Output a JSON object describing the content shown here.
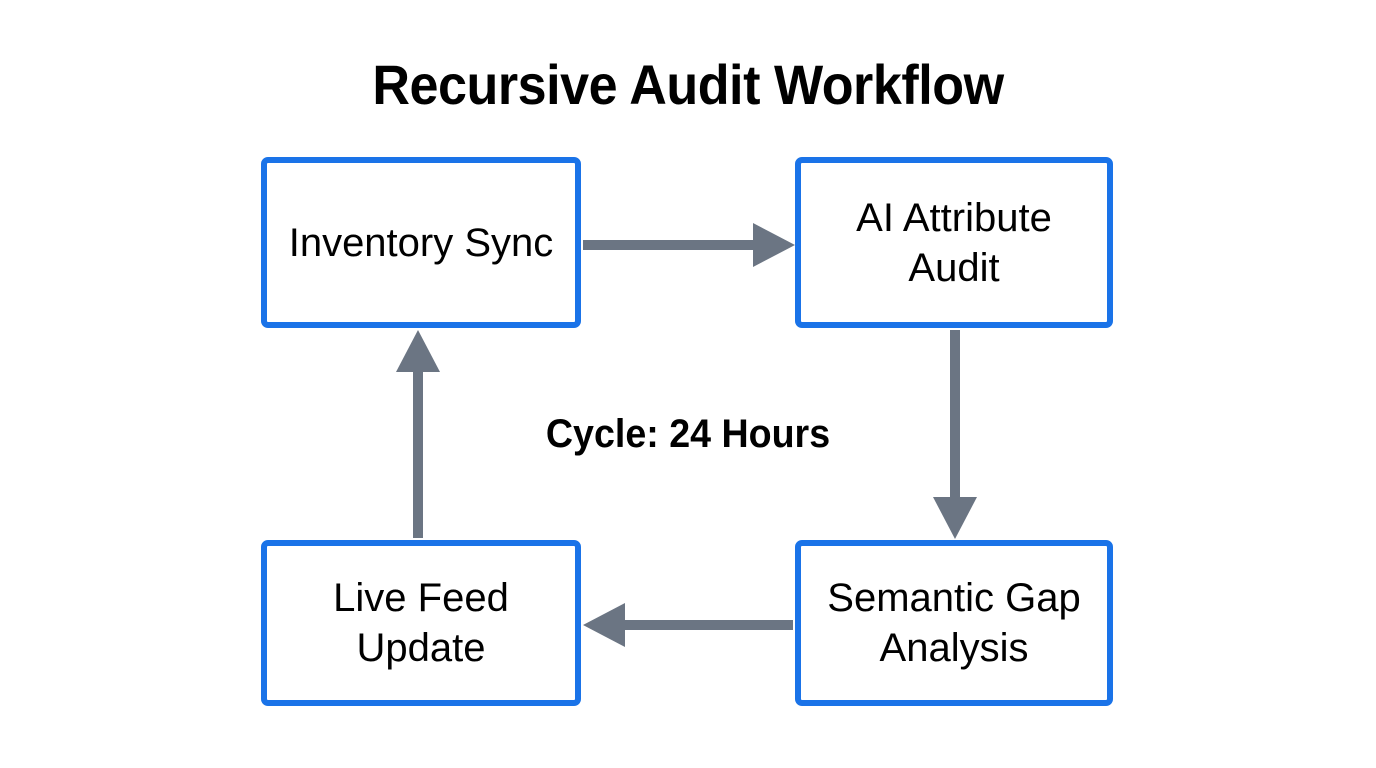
{
  "diagram": {
    "title": "Recursive Audit Workflow",
    "center_caption": "Cycle: 24 Hours",
    "background_color": "#ffffff",
    "node_border_color": "#1a73e8",
    "node_fill_color": "#ffffff",
    "node_text_color": "#000000",
    "arrow_color": "#6b7583",
    "nodes": [
      {
        "id": "inventory-sync",
        "label": "Inventory Sync"
      },
      {
        "id": "ai-attribute-audit",
        "label": "AI Attribute\nAudit"
      },
      {
        "id": "semantic-gap-analysis",
        "label": "Semantic Gap\nAnalysis"
      },
      {
        "id": "live-feed-update",
        "label": "Live Feed\nUpdate"
      }
    ],
    "edges": [
      {
        "id": "inventory-to-audit",
        "from": "inventory-sync",
        "to": "ai-attribute-audit",
        "direction": "right"
      },
      {
        "id": "audit-to-semantic",
        "from": "ai-attribute-audit",
        "to": "semantic-gap-analysis",
        "direction": "down"
      },
      {
        "id": "semantic-to-livefeed",
        "from": "semantic-gap-analysis",
        "to": "live-feed-update",
        "direction": "left"
      },
      {
        "id": "livefeed-to-inventory",
        "from": "live-feed-update",
        "to": "inventory-sync",
        "direction": "up"
      }
    ]
  }
}
